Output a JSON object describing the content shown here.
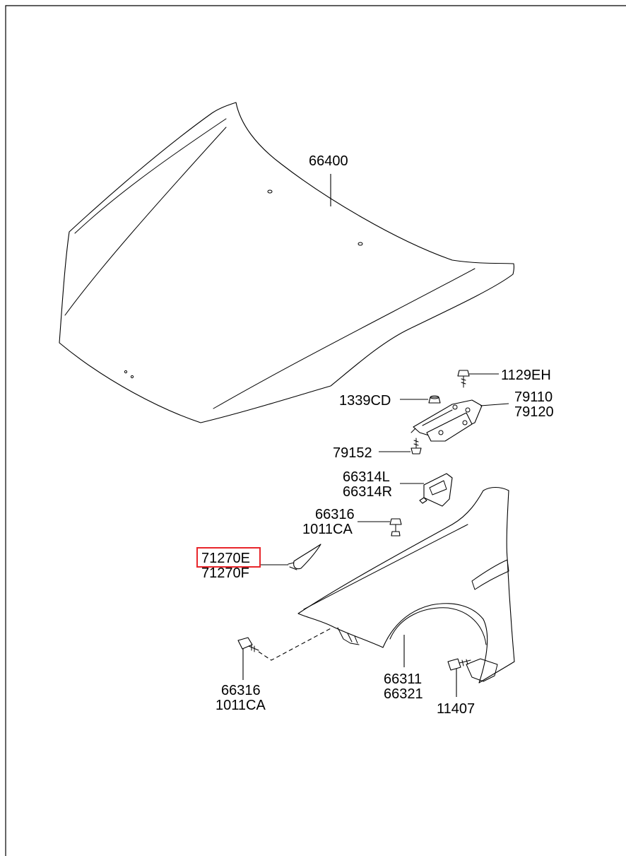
{
  "diagram": {
    "highlight_color": "#e8262b",
    "parts": {
      "hood": {
        "label": "66400"
      },
      "hood_bolt": {
        "label": "1129EH"
      },
      "hood_nut": {
        "label": "1339CD"
      },
      "hood_hinge": {
        "labels": [
          "79110",
          "79120"
        ]
      },
      "hinge_bolt": {
        "label": "79152"
      },
      "fender_bracket": {
        "labels": [
          "66314L",
          "66314R"
        ]
      },
      "fender_upper_bolt": {
        "labels": [
          "66316",
          "1011CA"
        ]
      },
      "fender_insulator": {
        "labels": [
          "71270E",
          "71270F"
        ],
        "highlighted_label": "71270E"
      },
      "fender_lower_bolt": {
        "labels": [
          "66316",
          "1011CA"
        ]
      },
      "fender_panel": {
        "labels": [
          "66311",
          "66321"
        ]
      },
      "fender_front_bolt": {
        "label": "11407"
      }
    }
  }
}
